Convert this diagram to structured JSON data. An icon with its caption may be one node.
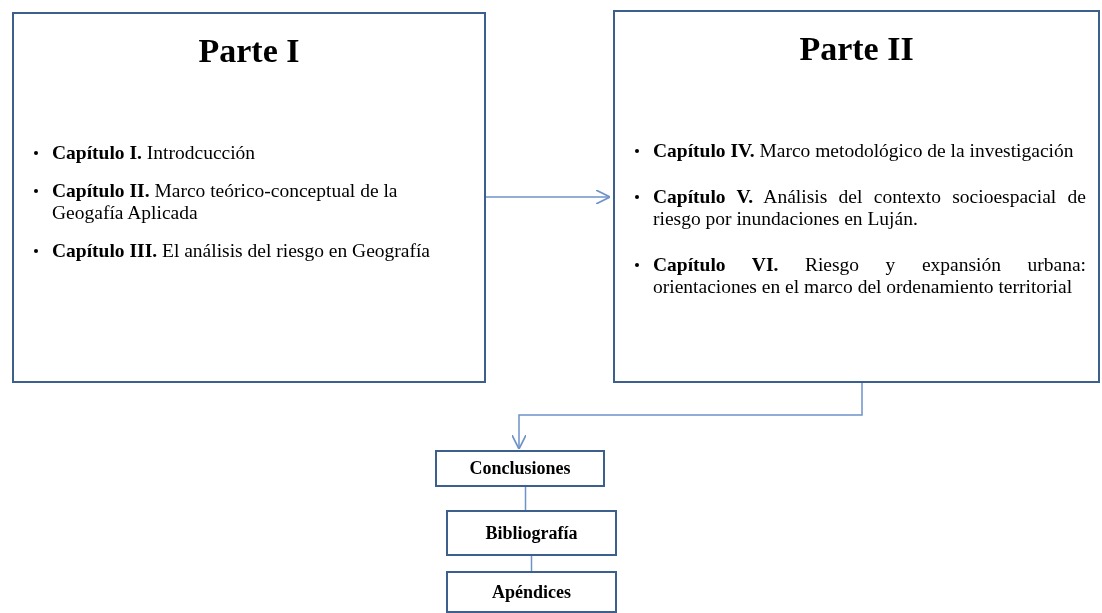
{
  "diagram": {
    "nodes": [
      {
        "text": [
          "Parte I",
          "**Capítulo I.** Introdcucción",
          "**Capítulo II.** Marco teórico-conceptual de la Geogafía Aplicada",
          "**Capítulo III.** El análisis  del riesgo en Geografía"
        ]
      },
      {
        "text": [
          "Parte II",
          "**Capítulo IV.** Marco metodológico de la investigación",
          "**Capítulo V.** Análisis del contexto socioespacial de riesgo por inundaciones  en Luján.",
          "**Capítulo VI.** Riesgo y expansión urbana: orientaciones en el marco del ordenamiento territorial"
        ]
      },
      {
        "text": [
          "Conclusiones"
        ]
      },
      {
        "text": [
          "Bibliografía"
        ]
      },
      {
        "text": [
          "Apéndices"
        ]
      }
    ],
    "edges": [
      {
        "from": 0,
        "to": 1,
        "arrow": "to"
      },
      {
        "from": 1,
        "to": 2,
        "arrow": "to"
      },
      {
        "from": 2,
        "to": 3,
        "arrow": "none"
      },
      {
        "from": 3,
        "to": 4,
        "arrow": "none"
      }
    ]
  }
}
